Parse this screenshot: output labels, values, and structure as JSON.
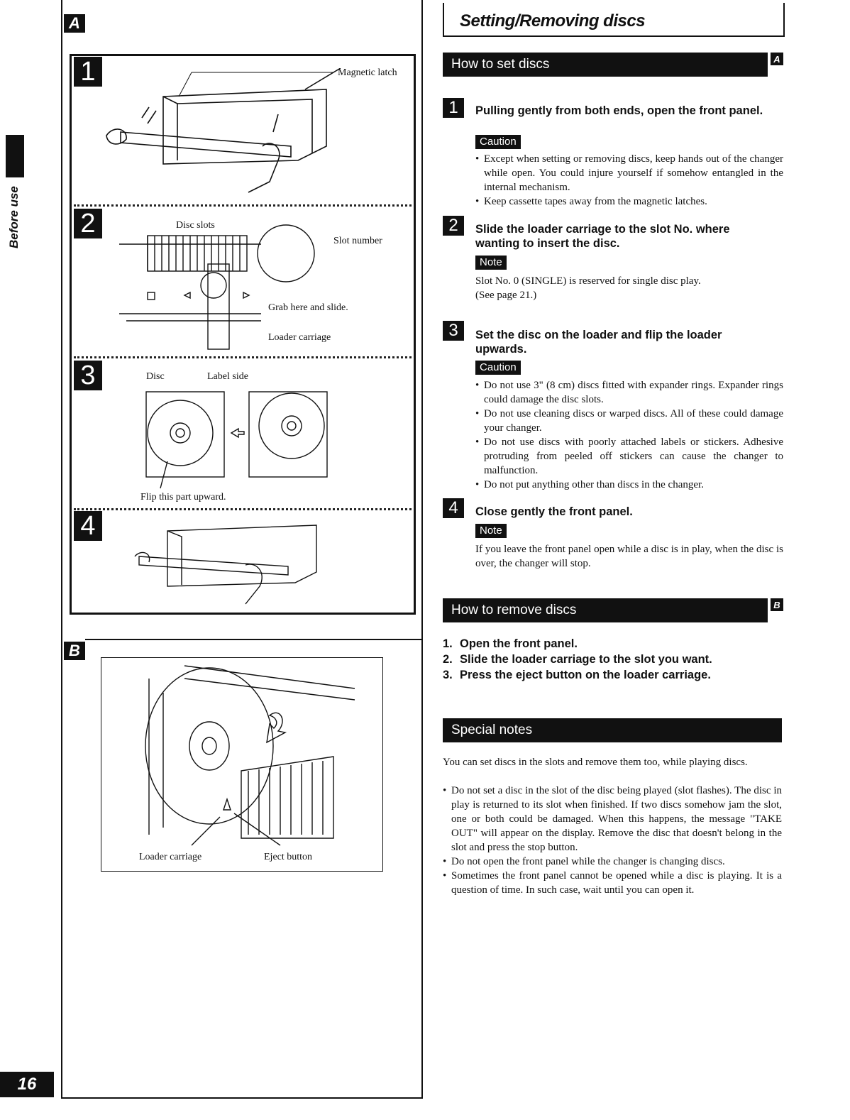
{
  "sidebar": {
    "section": "Before use",
    "page_number": "16"
  },
  "figure": {
    "label_a": "A",
    "label_b": "B",
    "steps": [
      "1",
      "2",
      "3",
      "4"
    ],
    "labels": {
      "magnetic_latch": "Magnetic latch",
      "disc_slots": "Disc slots",
      "slot_number": "Slot number",
      "grab_here": "Grab here and slide.",
      "loader_carriage": "Loader carriage",
      "disc": "Disc",
      "label_side": "Label side",
      "flip_part": "Flip this part upward.",
      "loader_carriage_b": "Loader carriage",
      "eject_button": "Eject button"
    }
  },
  "page": {
    "title": "Setting/Removing discs"
  },
  "how_to_set": {
    "heading": "How to set discs",
    "tag": "A",
    "steps": [
      {
        "num": "1",
        "title": "Pulling gently from both ends, open the front panel.",
        "label": "Caution",
        "items": [
          "Except when setting or removing discs, keep hands out of the changer while open. You could injure yourself if somehow entangled in the internal mechanism.",
          "Keep cassette tapes away from the magnetic latches."
        ]
      },
      {
        "num": "2",
        "title": "Slide the loader carriage to the slot No. where wanting to insert the disc.",
        "label": "Note",
        "text": "Slot No. 0 (SINGLE) is reserved for single disc play.",
        "text2": "(See page 21.)"
      },
      {
        "num": "3",
        "title": "Set the disc on the loader and flip the loader upwards.",
        "label": "Caution",
        "items": [
          "Do not use 3\" (8 cm) discs fitted with expander rings. Expander rings could damage the disc slots.",
          "Do not use cleaning discs or warped discs. All of these could damage your changer.",
          "Do not use discs with poorly attached labels or stickers. Adhesive protruding from peeled off stickers can cause the changer to malfunction.",
          "Do not put anything other than discs in the changer."
        ]
      },
      {
        "num": "4",
        "title": "Close gently the front panel.",
        "label": "Note",
        "text": "If you leave the front panel open while a disc is in play, when the disc is over, the changer will stop."
      }
    ]
  },
  "how_to_remove": {
    "heading": "How to remove discs",
    "tag": "B",
    "items": [
      {
        "num": "1.",
        "text": "Open the front panel."
      },
      {
        "num": "2.",
        "text": "Slide the loader carriage to the slot you want."
      },
      {
        "num": "3.",
        "text": "Press the eject button on the loader carriage."
      }
    ]
  },
  "special_notes": {
    "heading": "Special notes",
    "intro": "You can set discs in the slots and remove them too, while playing discs.",
    "items": [
      "Do not set a disc in the slot of the disc being played (slot flashes). The disc in play is returned to its slot when finished. If two discs somehow jam the slot, one or both could be damaged. When this happens, the message \"TAKE OUT\" will appear on the display. Remove the disc that doesn't belong in the slot and press the stop button.",
      "Do not open the front panel while the changer is changing discs.",
      "Sometimes the front panel cannot be opened while a disc is playing. It is a question of time. In such case, wait until you can open it."
    ]
  }
}
